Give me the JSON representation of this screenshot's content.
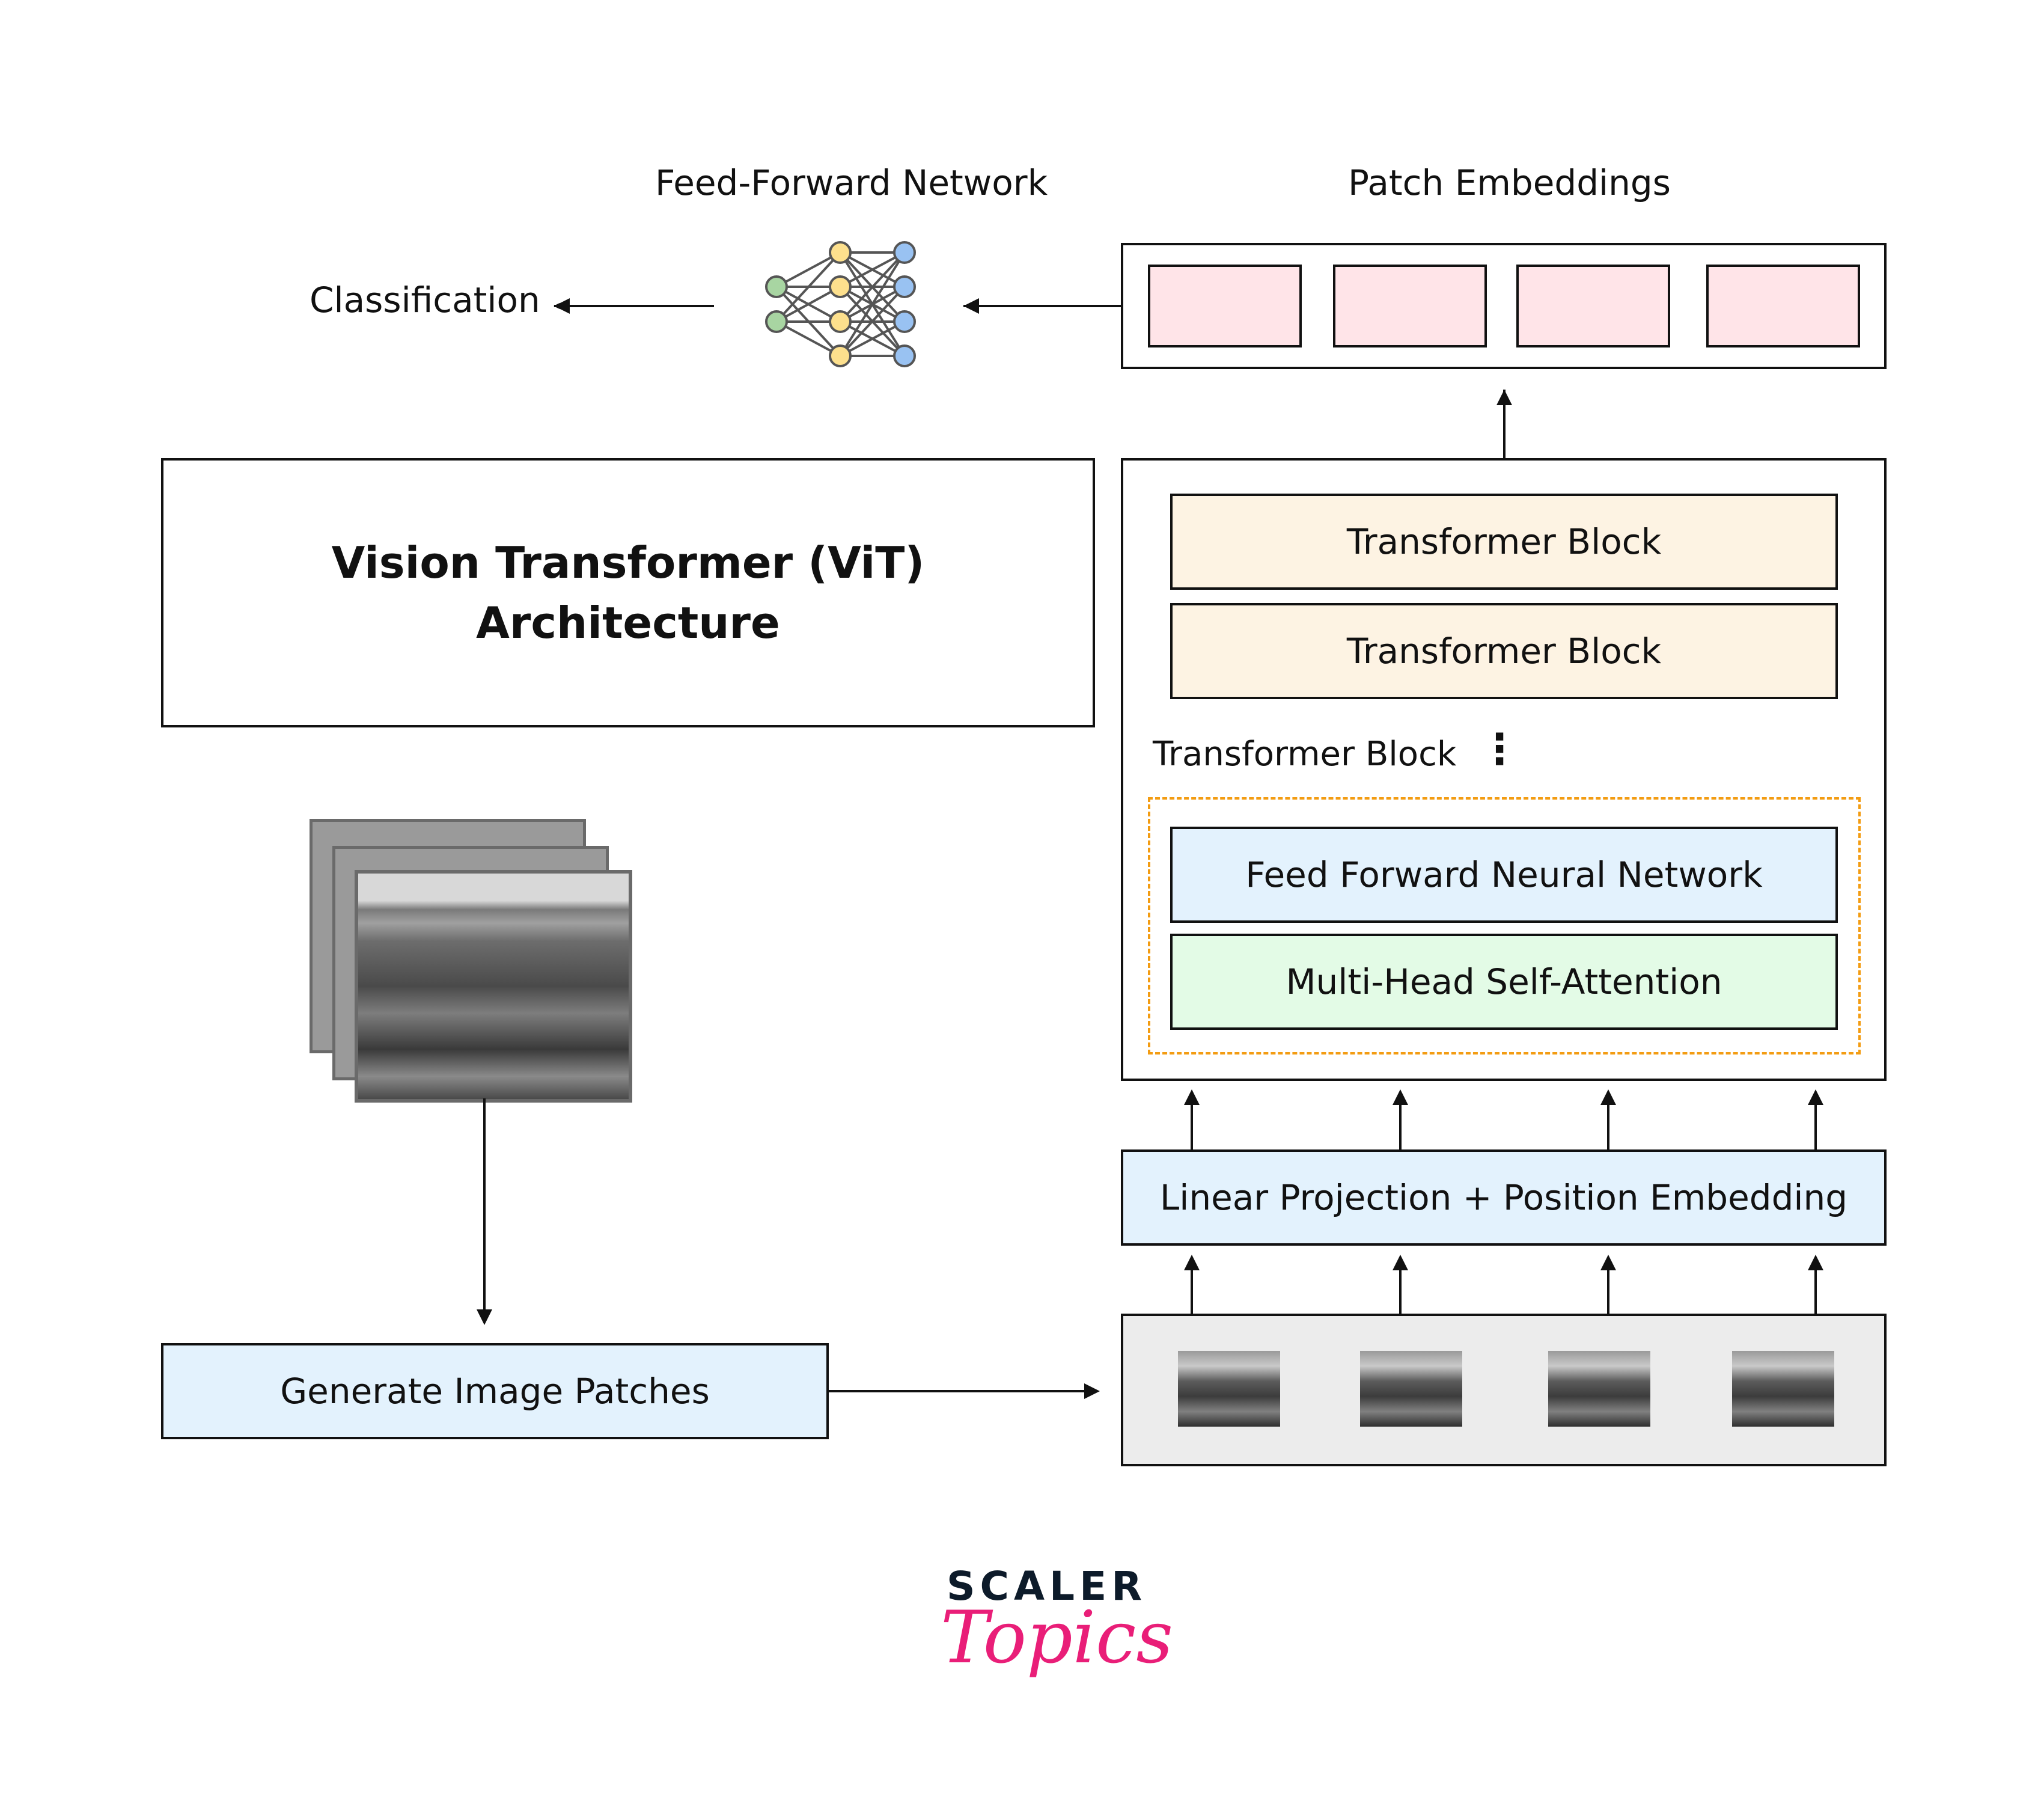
{
  "labels": {
    "feed_forward_network": "Feed-Forward Network",
    "patch_embeddings": "Patch Embeddings",
    "classification": "Classification",
    "title_line1": "Vision Transformer (ViT)",
    "title_line2": "Architecture",
    "transformer_block_1": "Transformer Block",
    "transformer_block_2": "Transformer Block",
    "transformer_block_3": "Transformer Block",
    "ellipsis": "⋮",
    "ffnn": "Feed Forward Neural Network",
    "mhsa": "Multi-Head Self-Attention",
    "linear_projection": "Linear Projection + Position Embedding",
    "generate_patches": "Generate Image Patches"
  },
  "logo": {
    "line1": "SCALER",
    "line2": "Topics"
  },
  "colors": {
    "patch_embedding_fill": "#ffe4e8",
    "transformer_block_fill": "#fdf3e3",
    "ffnn_fill": "#e3f2fd",
    "mhsa_fill": "#e3fbe6",
    "linear_proj_fill": "#e3f2fd",
    "generate_patches_fill": "#e3f2fd",
    "patches_container_fill": "#ececec",
    "dashed_border": "#f39c12",
    "logo_dark": "#0d1b2a",
    "logo_pink": "#e91e78",
    "nn_input": "#a8d5a2",
    "nn_hidden": "#fde08d",
    "nn_output": "#99c2f2"
  }
}
